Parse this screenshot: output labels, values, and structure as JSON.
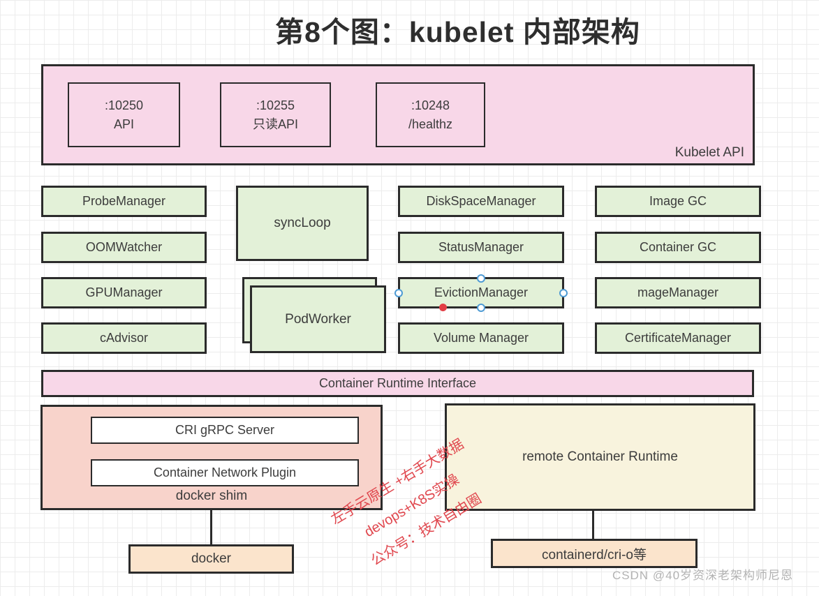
{
  "title": "第8个图：kubelet 内部架构",
  "kubelet_api": {
    "label": "Kubelet API",
    "ports": [
      {
        "port": ":10250",
        "desc": "API"
      },
      {
        "port": ":10255",
        "desc": "只读API"
      },
      {
        "port": ":10248",
        "desc": "/healthz"
      }
    ]
  },
  "components": {
    "left": [
      "ProbeManager",
      "OOMWatcher",
      "GPUManager",
      "cAdvisor"
    ],
    "sync_loop": "syncLoop",
    "pod_worker": "PodWorker",
    "middle": [
      "DiskSpaceManager",
      "StatusManager",
      "EvictionManager",
      "Volume Manager"
    ],
    "right": [
      "Image GC",
      "Container GC",
      "mageManager",
      "CertificateManager"
    ]
  },
  "cri": {
    "label": "Container Runtime Interface"
  },
  "docker_shim": {
    "label": "docker shim",
    "cri_grpc": "CRI gRPC Server",
    "cni": "Container Network Plugin"
  },
  "remote_runtime": {
    "label": "remote Container Runtime"
  },
  "runtimes": {
    "docker": "docker",
    "containerd": "containerd/cri-o等"
  },
  "watermarks": {
    "line1": "左手云原生 +右手大数据",
    "line2": "devops+K8S实操",
    "line3": "公众号：技术自由圈",
    "csdn": "CSDN @40岁资深老架构师尼恩"
  },
  "colors": {
    "pink": "#f8d7e8",
    "green": "#e3f1d8",
    "salmon": "#f8d3cb",
    "cream": "#f8f3dd",
    "peach": "#fbe4cc",
    "border": "#2b2b2b",
    "watermark_red": "#e0474e",
    "handle_blue": "#4e9bd4",
    "dot_red": "#e23d44"
  }
}
